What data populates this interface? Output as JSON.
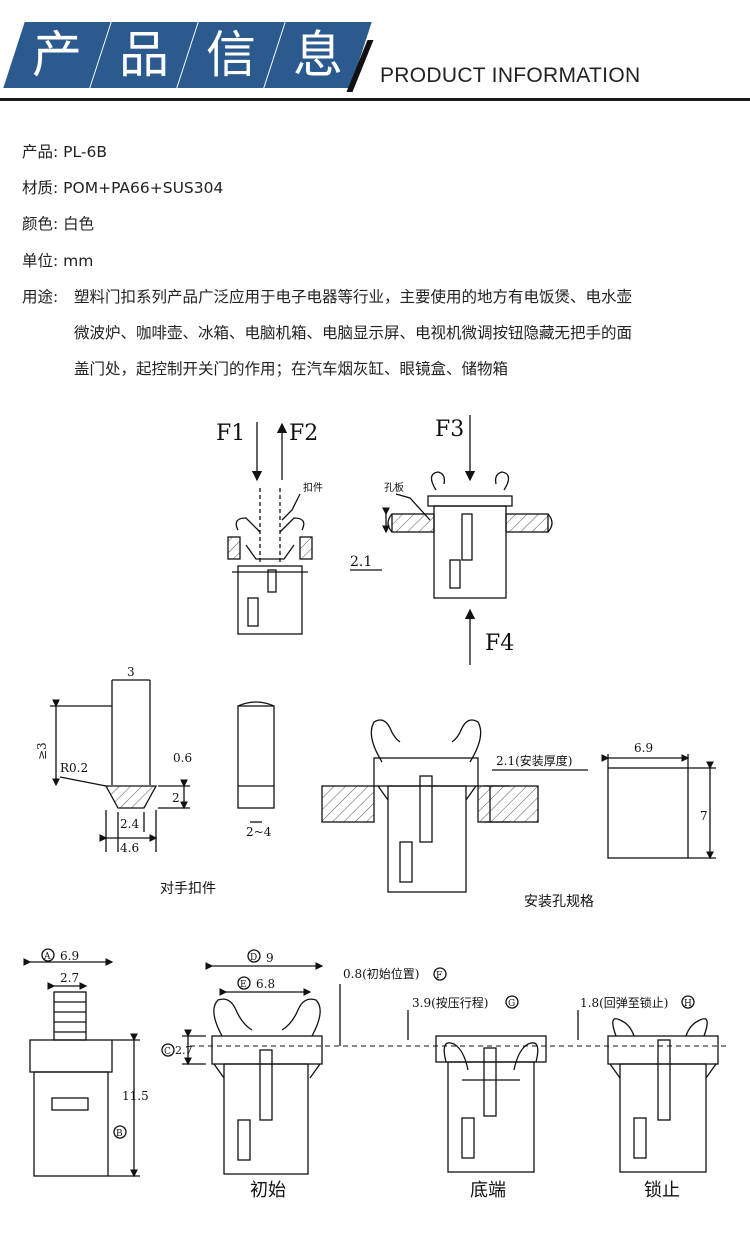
{
  "header": {
    "tiles": [
      "产",
      "品",
      "信",
      "息"
    ],
    "subtitle": "PRODUCT INFORMATION",
    "accent": "#2b5a8e"
  },
  "specs": [
    {
      "label": "产品:",
      "value": "PL-6B"
    },
    {
      "label": "材质:",
      "value": "POM+PA66+SUS304"
    },
    {
      "label": "颜色:",
      "value": "白色"
    },
    {
      "label": "单位:",
      "value": "mm"
    }
  ],
  "usage": {
    "label": "用途:",
    "lines": [
      "塑料门扣系列产品广泛应用于电子电器等行业，主要使用的地方有电饭煲、电水壶",
      "微波炉、咖啡壶、冰箱、电脑机箱、电脑显示屏、电视机微调按钮隐藏无把手的面",
      "盖门处，起控制开关门的作用；在汽车烟灰缸、眼镜盒、储物箱"
    ]
  },
  "diagrams": {
    "force1": {
      "f1": "F1",
      "f2": "F2",
      "part": "扣件"
    },
    "force2": {
      "f3": "F3",
      "f4": "F4",
      "plate": "孔板",
      "thickness": "2.1"
    },
    "counterpart": {
      "caption": "对手扣件",
      "dims": {
        "width_top": "3",
        "height": "≥3",
        "radius": "R0.2",
        "d1": "0.6",
        "d2": "2",
        "tip": "2.4",
        "base": "4.6",
        "range": "2~4"
      }
    },
    "mounting": {
      "caption": "安装孔规格",
      "thickness_note": "2.1(安装厚度)",
      "hole_w": "6.9",
      "hole_h": "7"
    },
    "dimensions": {
      "A": "6.9",
      "a_inner": "2.7",
      "B": "11.5",
      "C": "2.7",
      "D": "9",
      "E": "6.8",
      "F": "0.8(初始位置)",
      "G": "3.9(按压行程)",
      "H": "1.8(回弹至锁止)",
      "letters": [
        "A",
        "B",
        "C",
        "D",
        "E",
        "F",
        "G",
        "H"
      ]
    },
    "states": [
      "初始",
      "底端",
      "锁止"
    ]
  }
}
